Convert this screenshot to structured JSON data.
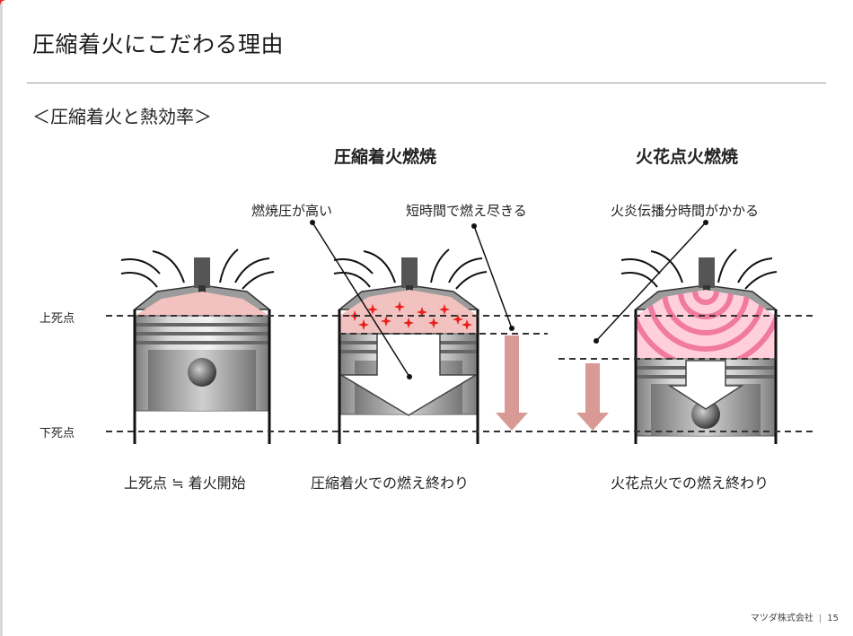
{
  "slide": {
    "title": "圧縮着火にこだわる理由",
    "subtitle": "＜圧縮着火と熱効率＞"
  },
  "diagram": {
    "heading_compression": "圧縮着火燃焼",
    "heading_spark": "火花点火燃焼",
    "annotation_pressure": "燃焼圧が高い",
    "annotation_short_time": "短時間で燃え尽きる",
    "annotation_propagation": "火炎伝播分時間がかかる",
    "label_tdc": "上死点",
    "label_bdc": "下死点",
    "caption_left": "上死点 ≒ 着火開始",
    "caption_middle": "圧縮着火での燃え終わり",
    "caption_right": "火花点火での燃え終わり"
  },
  "colors": {
    "chamber_fill": "#f2c2c0",
    "arrow_fill": "#d99a96",
    "spark_red": "#e8201a",
    "flame_ring": "#f07aa0"
  },
  "footer": {
    "company": "マツダ株式会社",
    "page": "15"
  }
}
